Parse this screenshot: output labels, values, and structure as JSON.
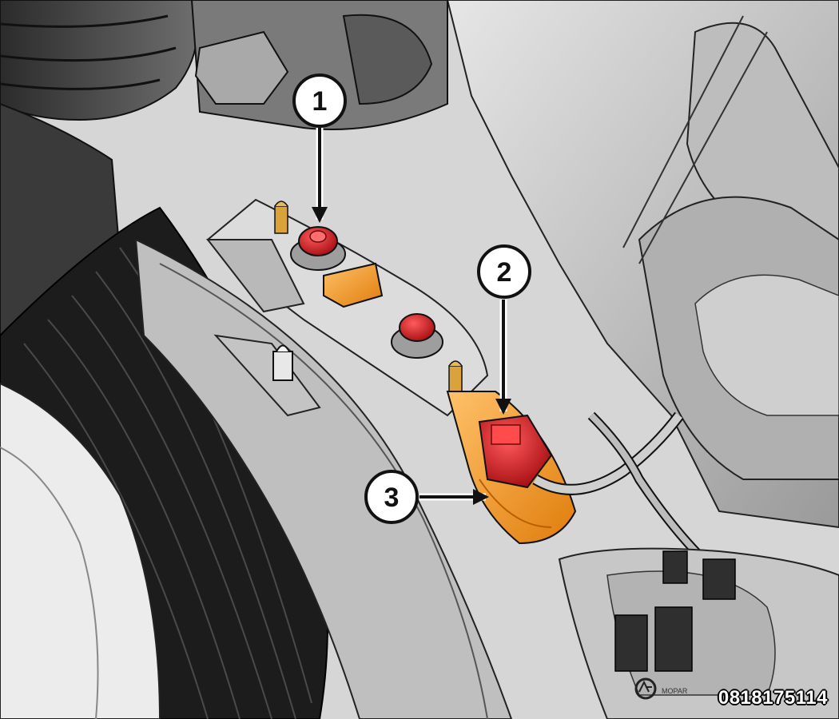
{
  "figure_id": "0818175114",
  "callouts": [
    {
      "number": "1",
      "target": "red terminal stud"
    },
    {
      "number": "2",
      "target": "red connector"
    },
    {
      "number": "3",
      "target": "orange insulator"
    }
  ],
  "logo_text": "MOPAR",
  "colors": {
    "red_part": "#d8141c",
    "orange_part": "#f39a1e",
    "body": "#c9c9c9",
    "dark_body": "#4a4a4a",
    "tire": "#1c1c1c"
  }
}
